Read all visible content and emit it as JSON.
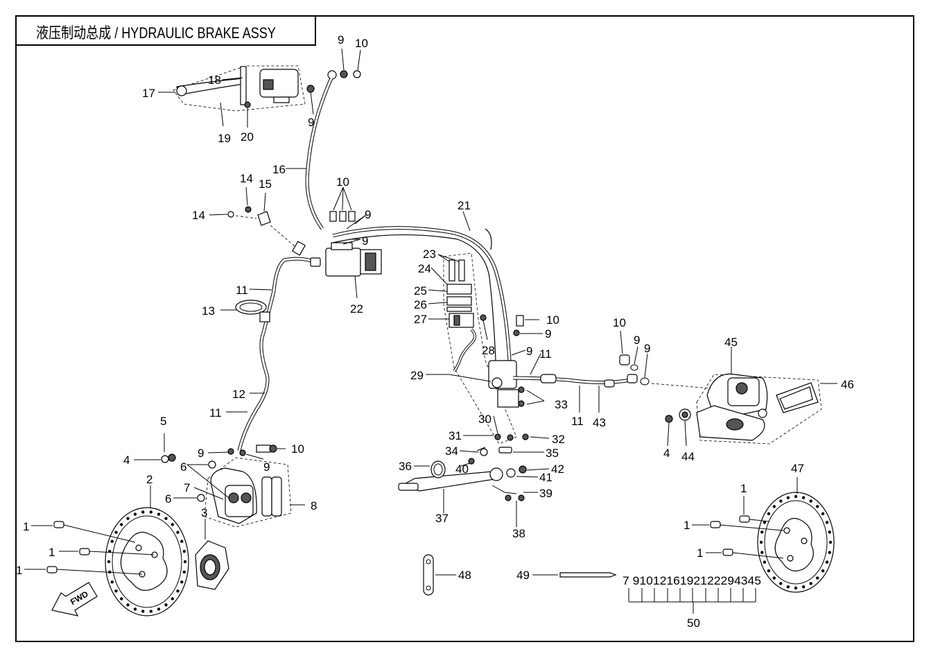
{
  "title": "液压制动总成 / HYDRAULIC BRAKE ASSY",
  "callouts": [
    {
      "id": "c17",
      "text": "17"
    },
    {
      "id": "c18",
      "text": "18"
    },
    {
      "id": "c19",
      "text": "19"
    },
    {
      "id": "c20",
      "text": "20"
    },
    {
      "id": "c9a",
      "text": "9"
    },
    {
      "id": "c10a",
      "text": "10"
    },
    {
      "id": "c9b",
      "text": "9"
    },
    {
      "id": "c16",
      "text": "16"
    },
    {
      "id": "c14a",
      "text": "14"
    },
    {
      "id": "c15",
      "text": "15"
    },
    {
      "id": "c14b",
      "text": "14"
    },
    {
      "id": "c10b",
      "text": "10"
    },
    {
      "id": "c9c",
      "text": "9"
    },
    {
      "id": "c9d",
      "text": "9"
    },
    {
      "id": "c21",
      "text": "21"
    },
    {
      "id": "c11a",
      "text": "11"
    },
    {
      "id": "c13",
      "text": "13"
    },
    {
      "id": "c22",
      "text": "22"
    },
    {
      "id": "c23",
      "text": "23"
    },
    {
      "id": "c24",
      "text": "24"
    },
    {
      "id": "c25",
      "text": "25"
    },
    {
      "id": "c26",
      "text": "26"
    },
    {
      "id": "c27",
      "text": "27"
    },
    {
      "id": "c10c",
      "text": "10"
    },
    {
      "id": "c9e",
      "text": "9"
    },
    {
      "id": "c28",
      "text": "28"
    },
    {
      "id": "c9f",
      "text": "9"
    },
    {
      "id": "c11b",
      "text": "11"
    },
    {
      "id": "c29",
      "text": "29"
    },
    {
      "id": "c10d",
      "text": "10"
    },
    {
      "id": "c9g",
      "text": "9"
    },
    {
      "id": "c9h",
      "text": "9"
    },
    {
      "id": "c45a",
      "text": "45"
    },
    {
      "id": "c46",
      "text": "46"
    },
    {
      "id": "c12",
      "text": "12"
    },
    {
      "id": "c33",
      "text": "33"
    },
    {
      "id": "c11c",
      "text": "11"
    },
    {
      "id": "c43",
      "text": "43"
    },
    {
      "id": "c11d",
      "text": "11"
    },
    {
      "id": "c30",
      "text": "30"
    },
    {
      "id": "c5",
      "text": "5"
    },
    {
      "id": "c31",
      "text": "31"
    },
    {
      "id": "c32",
      "text": "32"
    },
    {
      "id": "c9i",
      "text": "9"
    },
    {
      "id": "c10e",
      "text": "10"
    },
    {
      "id": "c9j",
      "text": "9"
    },
    {
      "id": "c4a",
      "text": "4"
    },
    {
      "id": "c44",
      "text": "44"
    },
    {
      "id": "c4b",
      "text": "4"
    },
    {
      "id": "c6a",
      "text": "6"
    },
    {
      "id": "c34",
      "text": "34"
    },
    {
      "id": "c35",
      "text": "35"
    },
    {
      "id": "c36",
      "text": "36"
    },
    {
      "id": "c40",
      "text": "40"
    },
    {
      "id": "c42",
      "text": "42"
    },
    {
      "id": "c2",
      "text": "2"
    },
    {
      "id": "c7",
      "text": "7"
    },
    {
      "id": "c41",
      "text": "41"
    },
    {
      "id": "c47",
      "text": "47"
    },
    {
      "id": "c39",
      "text": "39"
    },
    {
      "id": "c6b",
      "text": "6"
    },
    {
      "id": "c8",
      "text": "8"
    },
    {
      "id": "c3",
      "text": "3"
    },
    {
      "id": "c37",
      "text": "37"
    },
    {
      "id": "c1a",
      "text": "1"
    },
    {
      "id": "c1b",
      "text": "1"
    },
    {
      "id": "c38",
      "text": "38"
    },
    {
      "id": "c1c",
      "text": "1"
    },
    {
      "id": "c1d",
      "text": "1"
    },
    {
      "id": "c1e",
      "text": "1"
    },
    {
      "id": "c1f",
      "text": "1"
    },
    {
      "id": "c48",
      "text": "48"
    },
    {
      "id": "c49",
      "text": "49"
    },
    {
      "id": "c50",
      "text": "50"
    }
  ],
  "kit_list": "7 9101216192122294345",
  "fwd_label": "FWD"
}
